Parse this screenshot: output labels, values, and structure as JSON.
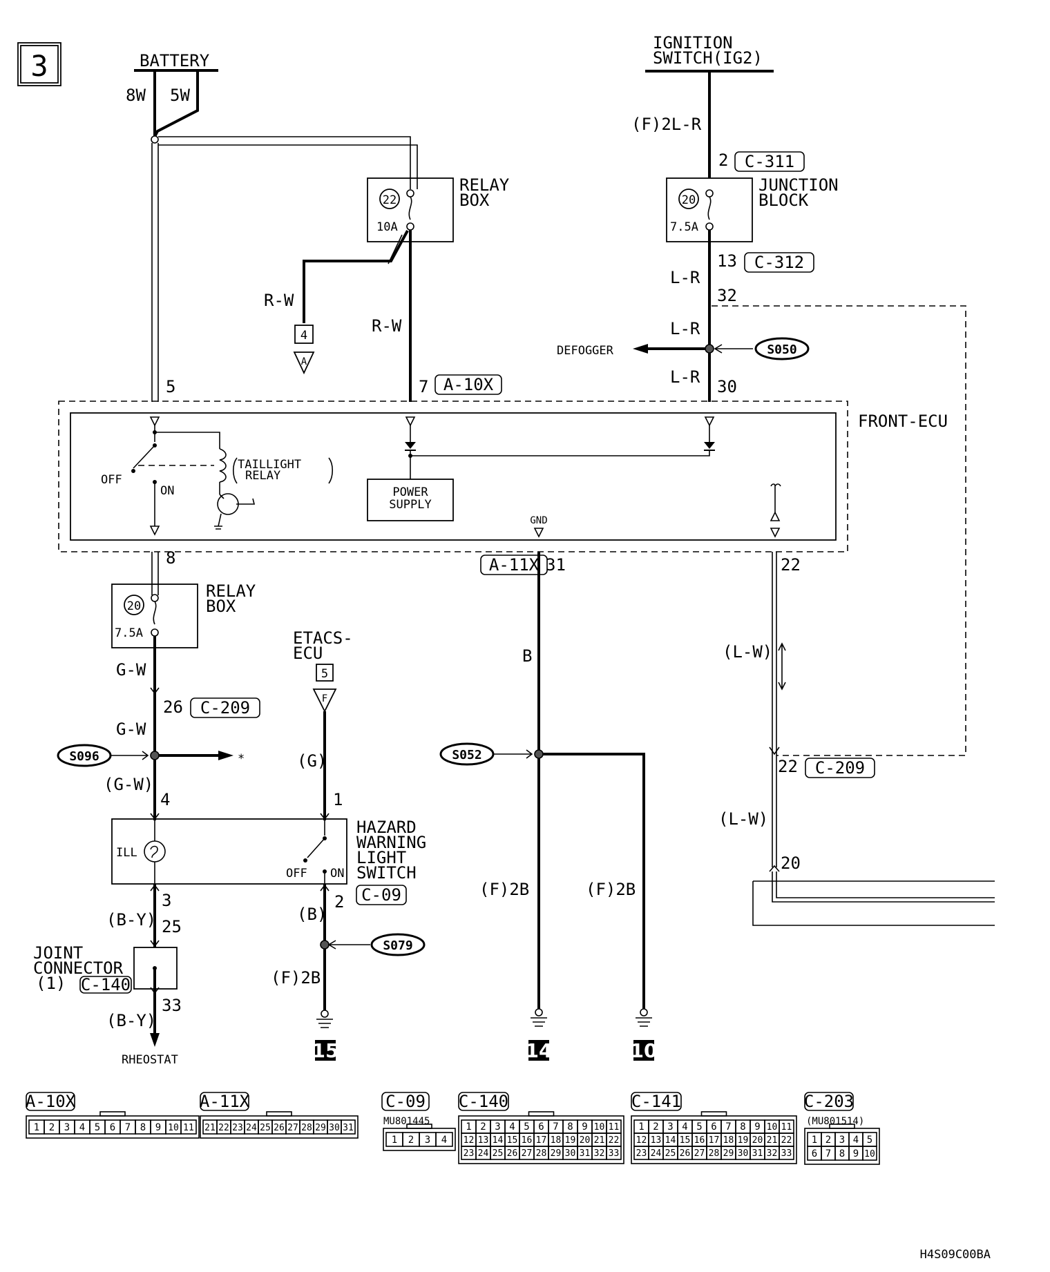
{
  "page_number": "3",
  "figure_code": "H4S09C00BA",
  "sources": {
    "battery": "BATTERY",
    "battery_wire_left": "8W",
    "battery_wire_right": "5W",
    "ignition_line1": "IGNITION",
    "ignition_line2": "SWITCH(IG2)"
  },
  "relay_box_top": {
    "title_line1": "RELAY",
    "title_line2": "BOX",
    "fuse_no": "22",
    "fuse_rating": "10A",
    "wire_left": "R-W",
    "wire_right": "R-W",
    "ref_box": "4",
    "ref_tri": "A"
  },
  "junction_block": {
    "title_line1": "JUNCTION",
    "title_line2": "BLOCK",
    "fuse_no": "20",
    "fuse_rating": "7.5A",
    "wire_top": "(F)2L-R",
    "pin_top": "2",
    "conn_top": "C-311",
    "pin_bottom": "13",
    "conn_bottom": "C-312",
    "wire_a": "L-R",
    "pin_32": "32",
    "wire_b": "L-R",
    "defogger": "DEFOGGER",
    "splice": "S050",
    "wire_c": "L-R",
    "pin_30": "30"
  },
  "front_ecu": {
    "title": "FRONT-ECU",
    "pin_5": "5",
    "pin_7": "7",
    "conn_a10x": "A-10X",
    "relay_line1": "TAILLIGHT",
    "relay_line2": "RELAY",
    "sw_off": "OFF",
    "sw_on": "ON",
    "power_line1": "POWER",
    "power_line2": "SUPPLY",
    "gnd": "GND",
    "pin_8": "8",
    "pin_31": "31",
    "conn_a11x": "A-11X",
    "pin_22": "22"
  },
  "relay_box_bottom": {
    "title_line1": "RELAY",
    "title_line2": "BOX",
    "fuse_no": "20",
    "fuse_rating": "7.5A",
    "wire_a": "G-W",
    "pin_26": "26",
    "conn": "C-209",
    "wire_b": "G-W",
    "splice": "S096",
    "star": "*",
    "wire_c": "(G-W)",
    "pin_4": "4"
  },
  "etacs": {
    "line1": "ETACS-",
    "line2": "ECU",
    "ref_box": "5",
    "ref_tri": "F",
    "wire": "(G)",
    "pin_1": "1"
  },
  "hazard_switch": {
    "line1": "HAZARD",
    "line2": "WARNING",
    "line3": "LIGHT",
    "line4": "SWITCH",
    "ill": "ILL",
    "off": "OFF",
    "on": "ON",
    "pin_3": "3",
    "pin_2": "2",
    "conn": "C-09",
    "wire_b": "(B)",
    "splice": "S079",
    "wire_f": "(F)2B",
    "ground": "15"
  },
  "joint_connector": {
    "line1": "JOINT",
    "line2": "CONNECTOR",
    "line3": "(1)",
    "conn": "C-140",
    "wire_top": "(B-Y)",
    "pin_25": "25",
    "pin_33": "33",
    "wire_bottom": "(B-Y)",
    "rheostat": "RHEOSTAT"
  },
  "ground_branch": {
    "wire_b": "B",
    "splice": "S052",
    "wire_left": "(F)2B",
    "wire_right": "(F)2B",
    "ground_left": "14",
    "ground_right": "10"
  },
  "lw_branch": {
    "wire_a": "(L-W)",
    "pin_22b": "22",
    "conn": "C-209",
    "wire_b": "(L-W)",
    "pin_20": "20"
  },
  "connector_views": [
    {
      "label": "A-10X",
      "part": "",
      "rows": [
        [
          "1",
          "2",
          "3",
          "4",
          "5",
          "6",
          "7",
          "8",
          "9",
          "10",
          "11"
        ]
      ]
    },
    {
      "label": "A-11X",
      "part": "",
      "rows": [
        [
          "21",
          "22",
          "23",
          "24",
          "25",
          "26",
          "27",
          "28",
          "29",
          "30",
          "31"
        ]
      ]
    },
    {
      "label": "C-09",
      "part": "MU801445",
      "rows": [
        [
          "1",
          "2",
          "3",
          "4"
        ]
      ]
    },
    {
      "label": "C-140",
      "part": "",
      "rows": [
        [
          "1",
          "2",
          "3",
          "4",
          "5",
          "6",
          "7",
          "8",
          "9",
          "10",
          "11"
        ],
        [
          "12",
          "13",
          "14",
          "15",
          "16",
          "17",
          "18",
          "19",
          "20",
          "21",
          "22"
        ],
        [
          "23",
          "24",
          "25",
          "26",
          "27",
          "28",
          "29",
          "30",
          "31",
          "32",
          "33"
        ]
      ]
    },
    {
      "label": "C-141",
      "part": "",
      "rows": [
        [
          "1",
          "2",
          "3",
          "4",
          "5",
          "6",
          "7",
          "8",
          "9",
          "10",
          "11"
        ],
        [
          "12",
          "13",
          "14",
          "15",
          "16",
          "17",
          "18",
          "19",
          "20",
          "21",
          "22"
        ],
        [
          "23",
          "24",
          "25",
          "26",
          "27",
          "28",
          "29",
          "30",
          "31",
          "32",
          "33"
        ]
      ]
    },
    {
      "label": "C-203",
      "part": "(MU801514)",
      "rows": [
        [
          "1",
          "2",
          "3",
          "4",
          "5"
        ],
        [
          "6",
          "7",
          "8",
          "9",
          "10"
        ]
      ]
    }
  ]
}
